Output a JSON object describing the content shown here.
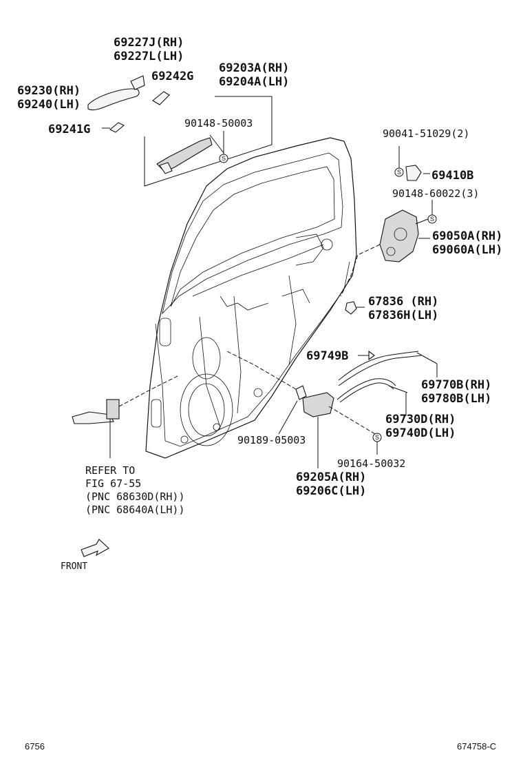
{
  "labels": {
    "outer_handle_cover": "69227J(RH)\n69227L(LH)",
    "pad": "69242G",
    "frame": "69203A(RH)\n69204A(LH)",
    "handle": "69230(RH)\n69240(LH)",
    "gasket": "69241G",
    "frame_screw": "90148-50003",
    "lock_screw": "90041-51029(2)",
    "striker_cover": "69410B",
    "lock_bolt": "90148-60022(3)",
    "lock": "69050A(RH)\n69060A(LH)",
    "clip": "67836 (RH)\n67836H(LH)",
    "cable_clip": "69749B",
    "cable1": "69770B(RH)\n69780B(LH)",
    "cable2": "69730D(RH)\n69740D(LH)",
    "inside_screw": "90164-50032",
    "bushing": "90189-05003",
    "inside_handle": "69205A(RH)\n69206C(LH)",
    "refer": "REFER TO\nFIG 67-55\n(PNC 68630D(RH))\n(PNC 68640A(LH))"
  },
  "front_label": "FRONT",
  "footer": {
    "left": "6756",
    "right": "674758-C"
  }
}
